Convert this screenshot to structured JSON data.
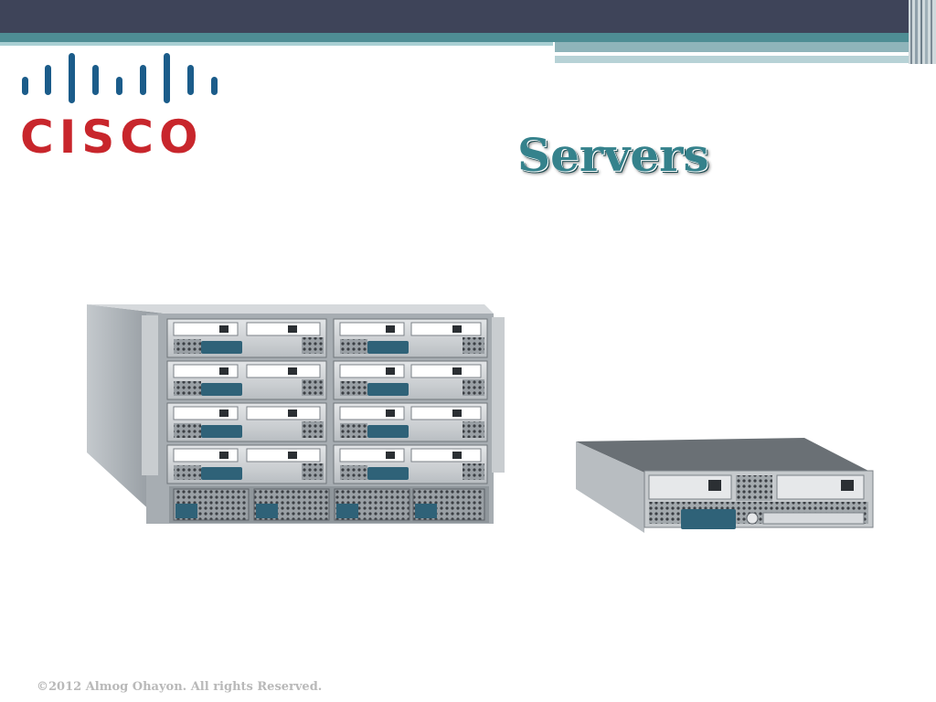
{
  "slide": {
    "title": "Servers",
    "copyright": "©2012 Almog Ohayon. All rights Reserved."
  },
  "logo": {
    "wordmark": "CISCO",
    "icon": "cisco-bridge-bars",
    "bar_color": "#1b5c8a",
    "word_color": "#c8262c"
  },
  "images": {
    "chassis": "server-chassis-8-blades",
    "blade": "blade-server"
  },
  "colors": {
    "header_dark": "#3e4459",
    "header_teal": "#4e8d94",
    "title": "#35828c"
  }
}
